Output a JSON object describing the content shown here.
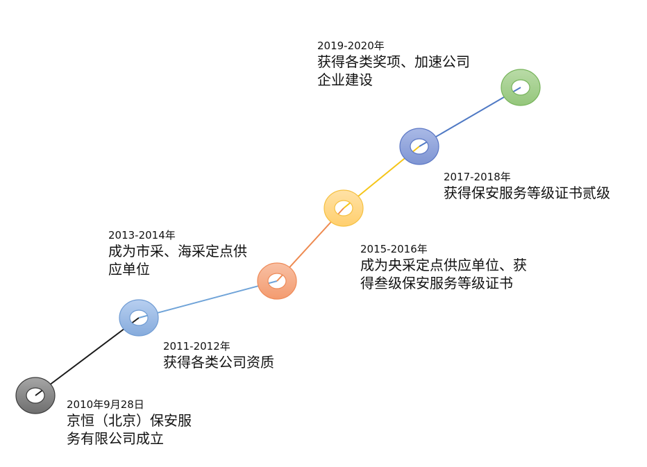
{
  "timeline": {
    "milestones": [
      {
        "year": "2010年9月28日",
        "desc_line1": "京恒（北京）保安服",
        "desc_line2": "务有限公司成立",
        "ring_color": "#7f7f7f",
        "ring_light": "#a6a6a6",
        "ring_border": "#3a3a3a"
      },
      {
        "year": "2011-2012年",
        "desc_line1": "获得各类公司资质",
        "desc_line2": "",
        "ring_color": "#8fb3e0",
        "ring_light": "#b7cff0",
        "ring_border": "#6f9bd3"
      },
      {
        "year": "2013-2014年",
        "desc_line1": "成为市采、海采定点供",
        "desc_line2": "应单位",
        "ring_color": "#f4a37d",
        "ring_light": "#f8c0a4",
        "ring_border": "#ee8a58"
      },
      {
        "year": "2015-2016年",
        "desc_line1": "成为央采定点供应单位、获",
        "desc_line2": "得叁级保安服务等级证书",
        "ring_color": "#ffd27a",
        "ring_light": "#ffe2a6",
        "ring_border": "#f5c040"
      },
      {
        "year": "2017-2018年",
        "desc_line1": "获得保安服务等级证书贰级",
        "desc_line2": "",
        "ring_color": "#8a9fd8",
        "ring_light": "#a9b9e6",
        "ring_border": "#5a76c4"
      },
      {
        "year": "2019-2020年",
        "desc_line1": "获得各类奖项、加速公司",
        "desc_line2": "企业建设",
        "ring_color": "#9dcb85",
        "ring_light": "#b9dba7",
        "ring_border": "#76b35a"
      }
    ],
    "connectors": [
      {
        "color": "#1a1a1a"
      },
      {
        "color": "#6fa3d8"
      },
      {
        "color": "#ee8a50"
      },
      {
        "color": "#f5c518"
      },
      {
        "color": "#4f79c4"
      }
    ]
  }
}
